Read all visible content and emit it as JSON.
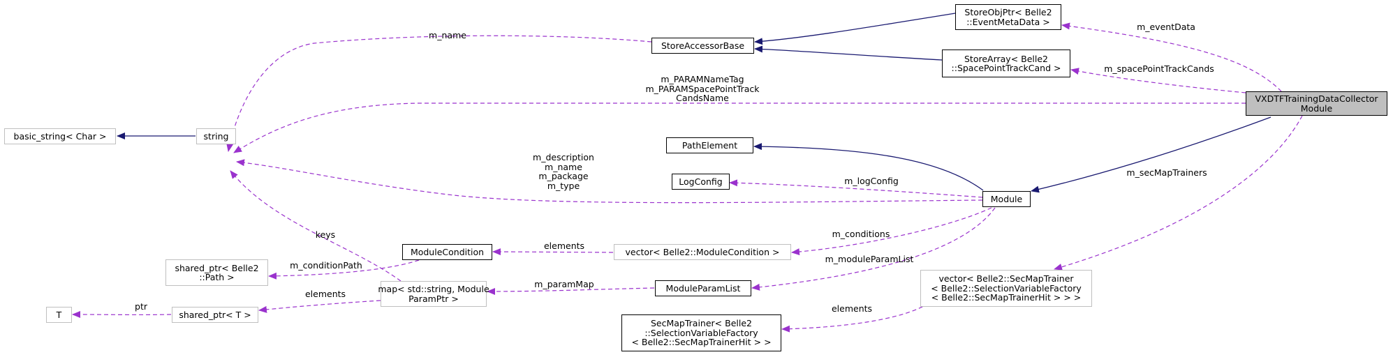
{
  "nodes": {
    "focus": "VXDTFTrainingDataCollector\nModule",
    "storeobjptr": "StoreObjPtr< Belle2\n::EventMetaData >",
    "storeaccessorbase": "StoreAccessorBase",
    "storearray": "StoreArray< Belle2\n::SpacePointTrackCand >",
    "basic_string": "basic_string< Char >",
    "string": "string",
    "pathelement": "PathElement",
    "logconfig": "LogConfig",
    "module": "Module",
    "modulecondition": "ModuleCondition",
    "vector_modulecondition": "vector< Belle2::ModuleCondition >",
    "shared_ptr_path": "shared_ptr< Belle2\n::Path >",
    "map_string_moduleparamptr": "map< std::string, Module\nParamPtr >",
    "moduleparamlist": "ModuleParamList",
    "t": "T",
    "shared_ptr_t": "shared_ptr< T >",
    "vector_secmaptrainer": "vector< Belle2::SecMapTrainer\n< Belle2::SelectionVariableFactory\n< Belle2::SecMapTrainerHit > > >",
    "secmaptrainer": "SecMapTrainer< Belle2\n::SelectionVariableFactory\n< Belle2::SecMapTrainerHit > >"
  },
  "edge_labels": {
    "m_eventData": "m_eventData",
    "m_name": "m_name",
    "m_spacePointTrackCands": "m_spacePointTrackCands",
    "m_param_names": "m_PARAMNameTag\nm_PARAMSpacePointTrack\nCandsName",
    "module_strings": "m_description\nm_name\nm_package\nm_type",
    "m_secMapTrainers": "m_secMapTrainers",
    "m_logConfig": "m_logConfig",
    "keys": "keys",
    "elements_condition": "elements",
    "m_conditions": "m_conditions",
    "m_conditionPath": "m_conditionPath",
    "m_moduleParamList": "m_moduleParamList",
    "m_paramMap": "m_paramMap",
    "elements_shared": "elements",
    "ptr": "ptr",
    "elements_trainer": "elements"
  },
  "colors": {
    "inheritance": "#191970",
    "usage": "#9a32cd",
    "focus_fill": "#bfbfbf",
    "gray_border": "#bfbfbf"
  }
}
